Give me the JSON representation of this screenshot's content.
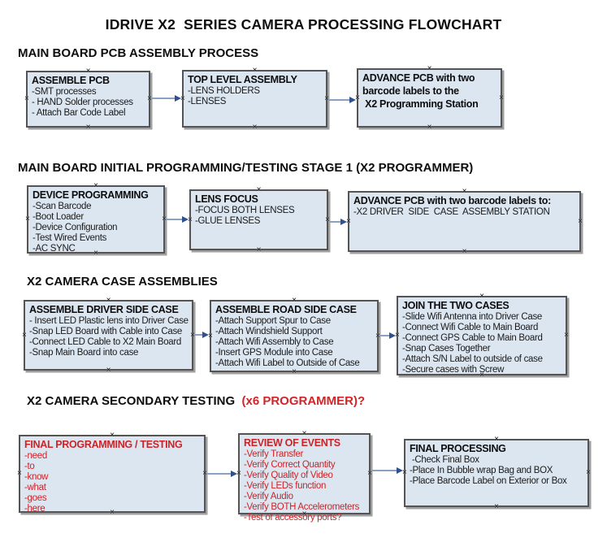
{
  "title": "IDRIVE X2  SERIES CAMERA PROCESSING FLOWCHART",
  "colors": {
    "box_fill": "#dce6f1",
    "box_border": "#545454",
    "arrow_line": "#8ba1c1",
    "arrow_head": "#30508e",
    "red_text": "#cc2327",
    "black_text": "#0d0d0d"
  },
  "sections": [
    {
      "header": "MAIN BOARD PCB ASSEMBLY PROCESS",
      "boxes": [
        {
          "title": "ASSEMBLE PCB",
          "items": [
            "-SMT processes",
            "- HAND Solder processes",
            "- Attach Bar Code Label"
          ]
        },
        {
          "title": "TOP LEVEL ASSEMBLY",
          "items": [
            "-LENS HOLDERS",
            "-LENSES"
          ]
        },
        {
          "title": "ADVANCE PCB with two\nbarcode labels to the\n X2 Programming Station",
          "items": []
        }
      ]
    },
    {
      "header": "MAIN BOARD INITIAL PROGRAMMING/TESTING STAGE 1 (X2 PROGRAMMER)",
      "boxes": [
        {
          "title": "DEVICE PROGRAMMING",
          "items": [
            "-Scan Barcode",
            "-Boot Loader",
            "-Device Configuration",
            "-Test Wired Events",
            "-AC SYNC"
          ]
        },
        {
          "title": "LENS FOCUS",
          "items": [
            "-FOCUS BOTH LENSES",
            "-GLUE LENSES"
          ]
        },
        {
          "title": "ADVANCE PCB with two barcode labels to:",
          "items": [
            "-X2 DRIVER  SIDE  CASE  ASSEMBLY STATION"
          ]
        }
      ]
    },
    {
      "header": "X2 CAMERA CASE ASSEMBLIES",
      "boxes": [
        {
          "title": "ASSEMBLE DRIVER SIDE CASE",
          "items": [
            "- Insert LED Plastic lens into Driver Case",
            "-Snap LED Board with Cable into Case",
            "-Connect LED Cable to X2 Main Board",
            "-Snap Main Board into case"
          ]
        },
        {
          "title": "ASSEMBLE ROAD SIDE CASE",
          "items": [
            "-Attach Support Spur to Case",
            "-Attach Windshield Support",
            "-Attach Wifi Assembly to Case",
            "-Insert GPS Module into Case",
            "-Attach Wifi Label to Outside of Case"
          ]
        },
        {
          "title": "JOIN THE TWO CASES",
          "items": [
            "-Slide Wifi Antenna into Driver Case",
            "-Connect Wifi Cable to Main Board",
            "-Connect GPS Cable to Main Board",
            "-Snap Cases Together",
            "-Attach S/N Label to outside of case",
            "-Secure cases with Screw"
          ]
        }
      ]
    },
    {
      "header": "X2 CAMERA SECONDARY TESTING ",
      "header_red": " (x6 PROGRAMMER)?",
      "boxes": [
        {
          "title": "FINAL PROGRAMMING / TESTING",
          "items": [
            "-need",
            "-to",
            "-know",
            "-what",
            "-goes",
            "-here"
          ]
        },
        {
          "title": "REVIEW OF EVENTS",
          "items": [
            "-Verify Transfer",
            "-Verify Correct Quantity",
            "-Verify Quality of Video",
            "-Verify LEDs function",
            "-Verify Audio",
            "-Verify BOTH Accelerometers",
            "-Test of accessory ports?"
          ]
        },
        {
          "title": "FINAL PROCESSING",
          "items": [
            " -Check Final Box",
            "-Place In Bubble wrap Bag and BOX",
            "-Place Barcode Label on Exterior or Box"
          ]
        }
      ]
    }
  ]
}
